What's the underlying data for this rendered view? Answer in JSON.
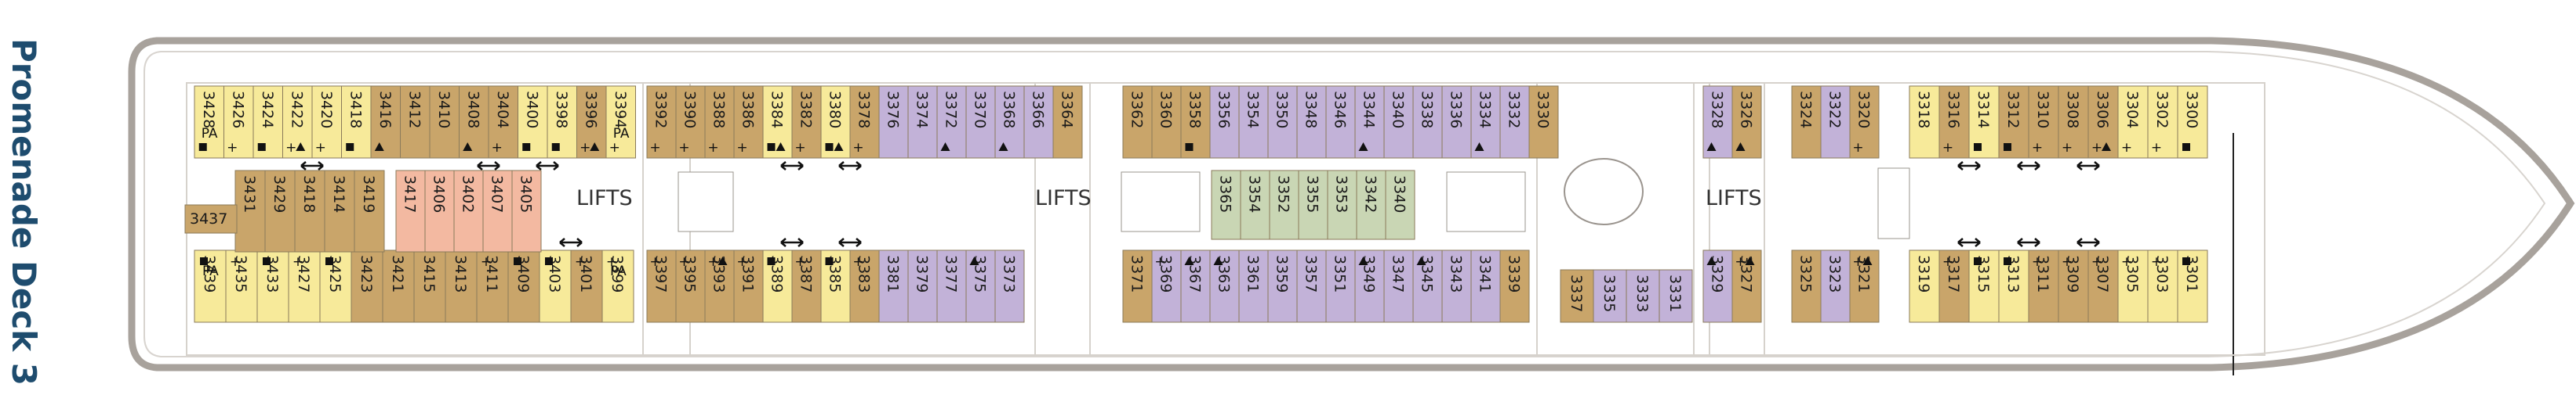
{
  "title": "Promenade Deck 3",
  "lifts_label": "LIFTS",
  "colors": {
    "brown": "#c9a56a",
    "yellow": "#f7ea9a",
    "purple": "#c2b2d8",
    "green": "#c9d6b4",
    "salmon": "#f3b9a1",
    "hull": "#a8a29c",
    "title": "#1e4c6e"
  },
  "legend_icons": [
    "plus-icon",
    "square-icon",
    "triangle-icon",
    "connecting-arrows-icon",
    "accessible-icon"
  ],
  "blocks": {
    "top_aft": [
      {
        "n": "3428",
        "c": "yellow",
        "pa": true,
        "sq": true
      },
      {
        "n": "3426",
        "c": "yellow",
        "plus": true
      },
      {
        "n": "3424",
        "c": "yellow",
        "sq": true
      },
      {
        "n": "3422",
        "c": "yellow",
        "plus": true,
        "tri": true,
        "con": true
      },
      {
        "n": "3420",
        "c": "yellow",
        "plus": true
      },
      {
        "n": "3418",
        "c": "yellow",
        "sq": true
      },
      {
        "n": "3416",
        "c": "brown",
        "tri": true
      },
      {
        "n": "3412",
        "c": "brown"
      },
      {
        "n": "3410",
        "c": "brown"
      },
      {
        "n": "3408",
        "c": "brown",
        "tri": true,
        "con": true
      },
      {
        "n": "3404",
        "c": "brown",
        "plus": true
      },
      {
        "n": "3400",
        "c": "yellow",
        "sq": true,
        "con": true
      },
      {
        "n": "3398",
        "c": "yellow",
        "sq": true
      },
      {
        "n": "3396",
        "c": "brown",
        "tri": true,
        "plus": true
      },
      {
        "n": "3394",
        "c": "yellow",
        "pa": true,
        "plus": true
      }
    ],
    "top_mid_aft": [
      {
        "n": "3392",
        "c": "brown",
        "plus": true
      },
      {
        "n": "3390",
        "c": "brown",
        "plus": true
      },
      {
        "n": "3388",
        "c": "brown",
        "plus": true
      },
      {
        "n": "3386",
        "c": "brown",
        "plus": true
      },
      {
        "n": "3384",
        "c": "yellow",
        "sq": true,
        "tri": true,
        "con": true
      },
      {
        "n": "3382",
        "c": "brown",
        "plus": true
      },
      {
        "n": "3380",
        "c": "yellow",
        "sq": true,
        "tri": true,
        "con": true
      },
      {
        "n": "3378",
        "c": "brown",
        "plus": true
      },
      {
        "n": "3376",
        "c": "purple"
      },
      {
        "n": "3374",
        "c": "purple"
      },
      {
        "n": "3372",
        "c": "purple",
        "tri": true
      },
      {
        "n": "3370",
        "c": "purple"
      },
      {
        "n": "3368",
        "c": "purple",
        "tri": true
      },
      {
        "n": "3366",
        "c": "purple"
      },
      {
        "n": "3364",
        "c": "brown"
      }
    ],
    "top_mid_fwd": [
      {
        "n": "3362",
        "c": "brown"
      },
      {
        "n": "3360",
        "c": "brown"
      },
      {
        "n": "3358",
        "c": "brown",
        "sq": true
      },
      {
        "n": "3356",
        "c": "purple"
      },
      {
        "n": "3354",
        "c": "purple"
      },
      {
        "n": "3350",
        "c": "purple"
      },
      {
        "n": "3348",
        "c": "purple"
      },
      {
        "n": "3346",
        "c": "purple"
      },
      {
        "n": "3344",
        "c": "purple",
        "tri": true
      },
      {
        "n": "3340",
        "c": "purple"
      },
      {
        "n": "3338",
        "c": "purple"
      },
      {
        "n": "3336",
        "c": "purple"
      },
      {
        "n": "3334",
        "c": "purple",
        "tri": true
      },
      {
        "n": "3332",
        "c": "purple"
      },
      {
        "n": "3330",
        "c": "brown"
      }
    ],
    "top_fwd1": [
      {
        "n": "3328",
        "c": "purple",
        "tri": true
      },
      {
        "n": "3326",
        "c": "brown",
        "tri": true
      }
    ],
    "top_fwd2": [
      {
        "n": "3324",
        "c": "brown"
      },
      {
        "n": "3322",
        "c": "purple"
      },
      {
        "n": "3320",
        "c": "brown",
        "plus": true
      }
    ],
    "top_bow": [
      {
        "n": "3318",
        "c": "yellow"
      },
      {
        "n": "3316",
        "c": "brown",
        "plus": true,
        "con": true
      },
      {
        "n": "3314",
        "c": "yellow",
        "sq": true
      },
      {
        "n": "3312",
        "c": "brown",
        "sq": true,
        "con": true
      },
      {
        "n": "3310",
        "c": "brown",
        "plus": true
      },
      {
        "n": "3308",
        "c": "brown",
        "plus": true,
        "con": true
      },
      {
        "n": "3306",
        "c": "brown",
        "tri": true,
        "plus": true
      },
      {
        "n": "3304",
        "c": "yellow",
        "plus": true
      },
      {
        "n": "3302",
        "c": "yellow",
        "plus": true
      },
      {
        "n": "3300",
        "c": "yellow",
        "sq": true
      }
    ],
    "bot_aft": [
      {
        "n": "3439",
        "c": "yellow",
        "pa": true,
        "sq": true
      },
      {
        "n": "3435",
        "c": "yellow",
        "plus": true
      },
      {
        "n": "3433",
        "c": "yellow",
        "sq": true
      },
      {
        "n": "3427",
        "c": "yellow",
        "plus": true,
        "con": true
      },
      {
        "n": "3425",
        "c": "yellow",
        "sq": true
      },
      {
        "n": "3423",
        "c": "brown"
      },
      {
        "n": "3421",
        "c": "brown"
      },
      {
        "n": "3415",
        "c": "brown"
      },
      {
        "n": "3413",
        "c": "brown"
      },
      {
        "n": "3411",
        "c": "brown",
        "plus": true,
        "con": true
      },
      {
        "n": "3409",
        "c": "brown",
        "sq": true
      },
      {
        "n": "3403",
        "c": "yellow",
        "sq": true,
        "con": true
      },
      {
        "n": "3401",
        "c": "brown",
        "plus": true
      },
      {
        "n": "3399",
        "c": "yellow",
        "pa": true,
        "plus": true
      }
    ],
    "bot_mid_aft": [
      {
        "n": "3397",
        "c": "brown",
        "plus": true
      },
      {
        "n": "3395",
        "c": "brown",
        "plus": true
      },
      {
        "n": "3393",
        "c": "brown",
        "plus": true,
        "tri": true
      },
      {
        "n": "3391",
        "c": "brown",
        "plus": true
      },
      {
        "n": "3389",
        "c": "yellow",
        "sq": true,
        "con": true
      },
      {
        "n": "3387",
        "c": "brown",
        "plus": true
      },
      {
        "n": "3385",
        "c": "yellow",
        "sq": true,
        "con": true
      },
      {
        "n": "3383",
        "c": "brown",
        "plus": true
      },
      {
        "n": "3381",
        "c": "purple"
      },
      {
        "n": "3379",
        "c": "purple"
      },
      {
        "n": "3377",
        "c": "purple"
      },
      {
        "n": "3375",
        "c": "purple",
        "tri": true
      },
      {
        "n": "3373",
        "c": "purple"
      }
    ],
    "bot_mid_fwd": [
      {
        "n": "3371",
        "c": "brown"
      },
      {
        "n": "3369",
        "c": "purple",
        "plus": true
      },
      {
        "n": "3367",
        "c": "purple",
        "tri": true
      },
      {
        "n": "3363",
        "c": "purple",
        "tri": true
      },
      {
        "n": "3361",
        "c": "purple"
      },
      {
        "n": "3359",
        "c": "purple"
      },
      {
        "n": "3357",
        "c": "purple"
      },
      {
        "n": "3351",
        "c": "purple"
      },
      {
        "n": "3349",
        "c": "purple",
        "tri": true
      },
      {
        "n": "3347",
        "c": "purple"
      },
      {
        "n": "3345",
        "c": "purple",
        "tri": true
      },
      {
        "n": "3343",
        "c": "purple"
      },
      {
        "n": "3341",
        "c": "purple"
      },
      {
        "n": "3339",
        "c": "brown"
      }
    ],
    "bot_access": [
      {
        "n": "3337",
        "c": "brown"
      },
      {
        "n": "3335",
        "c": "purple"
      },
      {
        "n": "3333",
        "c": "purple"
      },
      {
        "n": "3331",
        "c": "purple"
      }
    ],
    "bot_fwd1": [
      {
        "n": "3329",
        "c": "purple",
        "tri": true
      },
      {
        "n": "3327",
        "c": "brown",
        "plus": true,
        "tri": true
      }
    ],
    "bot_fwd2": [
      {
        "n": "3325",
        "c": "brown"
      },
      {
        "n": "3323",
        "c": "purple"
      },
      {
        "n": "3321",
        "c": "brown",
        "plus": true,
        "tri": true
      }
    ],
    "bot_bow": [
      {
        "n": "3319",
        "c": "yellow"
      },
      {
        "n": "3317",
        "c": "brown",
        "plus": true,
        "con": true
      },
      {
        "n": "3315",
        "c": "yellow",
        "sq": true
      },
      {
        "n": "3313",
        "c": "yellow",
        "sq": true,
        "con": true
      },
      {
        "n": "3311",
        "c": "brown",
        "plus": true
      },
      {
        "n": "3309",
        "c": "brown",
        "plus": true,
        "con": true
      },
      {
        "n": "3307",
        "c": "brown",
        "plus": true
      },
      {
        "n": "3305",
        "c": "yellow",
        "plus": true
      },
      {
        "n": "3303",
        "c": "yellow",
        "plus": true
      },
      {
        "n": "3301",
        "c": "yellow",
        "sq": true
      }
    ],
    "inner_aft": [
      {
        "n": "3431",
        "c": "brown"
      },
      {
        "n": "3429",
        "c": "brown"
      },
      {
        "n": "3418",
        "c": "brown"
      },
      {
        "n": "3414",
        "c": "brown"
      },
      {
        "n": "3419",
        "c": "brown"
      }
    ],
    "inner_salmon": [
      {
        "n": "3417",
        "c": "salmon"
      },
      {
        "n": "3406",
        "c": "salmon"
      },
      {
        "n": "3402",
        "c": "salmon"
      },
      {
        "n": "3407",
        "c": "salmon"
      },
      {
        "n": "3405",
        "c": "salmon"
      }
    ],
    "inner_green": [
      {
        "n": "3365",
        "c": "green"
      },
      {
        "n": "3354",
        "c": "green"
      },
      {
        "n": "3352",
        "c": "green"
      },
      {
        "n": "3355",
        "c": "green"
      },
      {
        "n": "3353",
        "c": "green"
      },
      {
        "n": "3342",
        "c": "green"
      },
      {
        "n": "3340",
        "c": "green"
      }
    ]
  },
  "stern_suite": "3437"
}
